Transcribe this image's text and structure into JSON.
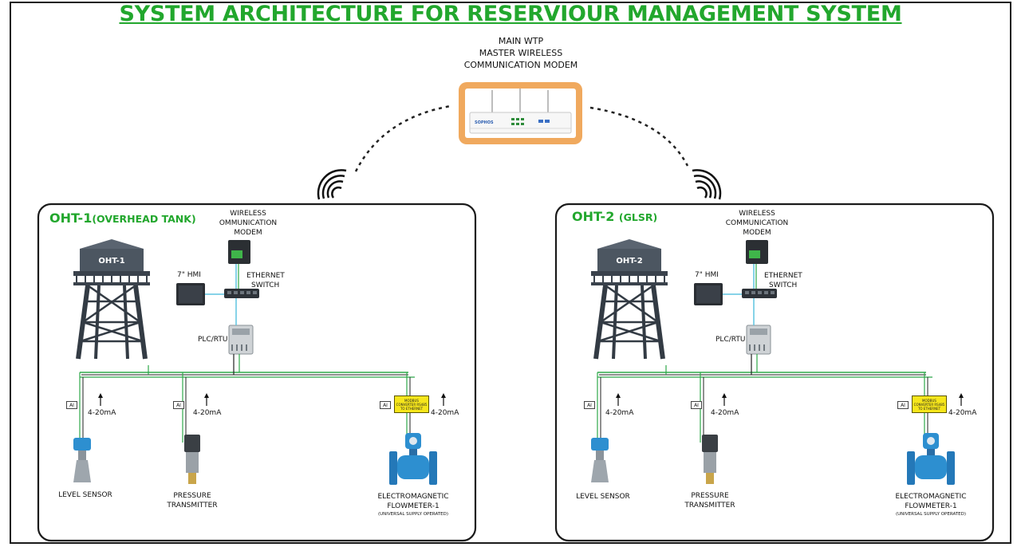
{
  "title": "SYSTEM ARCHITECTURE FOR RESERVIOUR MANAGEMENT SYSTEM",
  "master": {
    "line1": "MAIN WTP",
    "line2": "MASTER WIRELESS",
    "line3": "COMMUNICATION MODEM",
    "device_brand": "SOPHOS"
  },
  "colors": {
    "title": "#22a72d",
    "modem_frame": "#f0a95e",
    "signal_green": "#2ea84a",
    "signal_cyan": "#5ec4e0",
    "converter_yellow": "#f6e61b",
    "device_blue": "#2d8fd0"
  },
  "panels": [
    {
      "title_main": "OHT-1",
      "title_sub": "(OVERHEAD TANK)",
      "tank_label": "OHT-1",
      "modem": {
        "line1": "WIRELESS",
        "line2": "OMMUNICATION",
        "line3": "MODEM"
      },
      "hmi": "7\" HMI",
      "switch": {
        "line1": "ETHERNET",
        "line2": "SWITCH"
      },
      "plc": "PLC/RTU",
      "ai": "AI",
      "signal": "4-20mA",
      "converter": "MODBUS CONVERTER RS485 TO ETHERNET",
      "level": "LEVEL SENSOR",
      "pressure": {
        "line1": "PRESSURE",
        "line2": "TRANSMITTER"
      },
      "flow": {
        "line1": "ELECTROMAGNETIC",
        "line2": "FLOWMETER-1",
        "line3": "(UNIVERSAL SUPPLY OPERATED)"
      }
    },
    {
      "title_main": "OHT-2",
      "title_sub": "(GLSR)",
      "tank_label": "OHT-2",
      "modem": {
        "line1": "WIRELESS",
        "line2": "COMMUNICATION",
        "line3": "MODEM"
      },
      "hmi": "7\" HMI",
      "switch": {
        "line1": "ETHERNET",
        "line2": "SWITCH"
      },
      "plc": "PLC/RTU",
      "ai": "AI",
      "signal": "4-20mA",
      "converter": "MODBUS CONVERTER RS485 TO ETHERNET",
      "level": "LEVEL SENSOR",
      "pressure": {
        "line1": "PRESSURE",
        "line2": "TRANSMITTER"
      },
      "flow": {
        "line1": "ELECTROMAGNETIC",
        "line2": "FLOWMETER-1",
        "line3": "(UNIVERSAL SUPPLY OPERATED)"
      }
    }
  ]
}
